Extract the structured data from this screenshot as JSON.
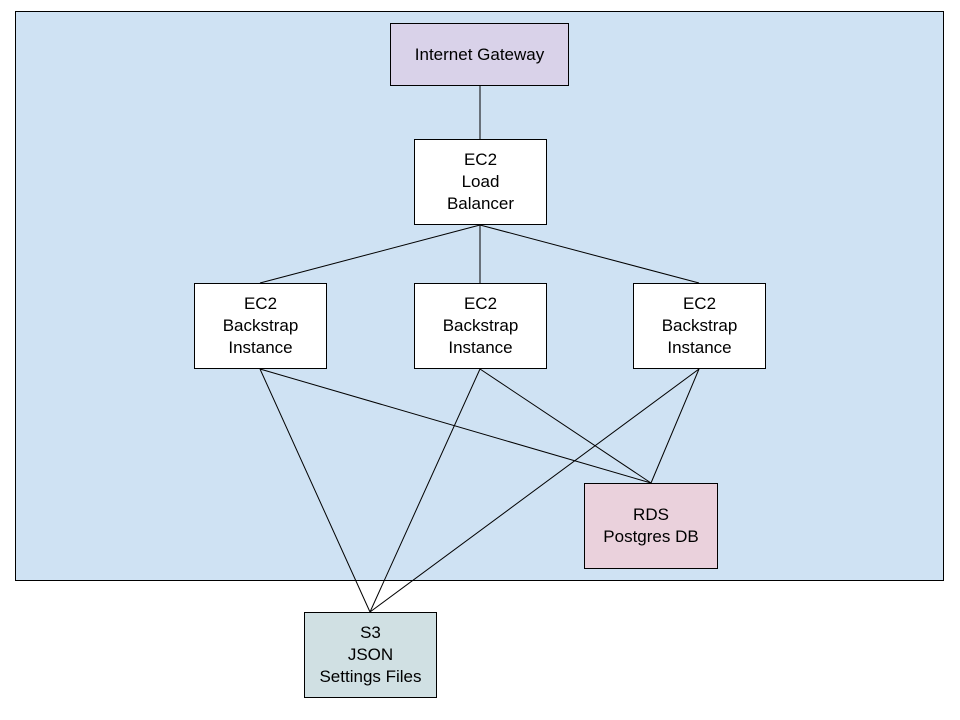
{
  "colors": {
    "vpc_fill": "#cfe2f3",
    "gateway_fill": "#d9d2e9",
    "compute_fill": "#ffffff",
    "database_fill": "#ead1dc",
    "storage_fill": "#d0e0e3",
    "line": "#000000"
  },
  "nodes": {
    "gateway": {
      "lines": [
        "Internet Gateway"
      ]
    },
    "load_balancer": {
      "lines": [
        "EC2",
        "Load",
        "Balancer"
      ]
    },
    "instance_1": {
      "lines": [
        "EC2",
        "Backstrap",
        "Instance"
      ]
    },
    "instance_2": {
      "lines": [
        "EC2",
        "Backstrap",
        "Instance"
      ]
    },
    "instance_3": {
      "lines": [
        "EC2",
        "Backstrap",
        "Instance"
      ]
    },
    "database": {
      "lines": [
        "RDS",
        "Postgres DB"
      ]
    },
    "storage": {
      "lines": [
        "S3",
        "JSON",
        "Settings Files"
      ]
    }
  },
  "connections": [
    [
      "gateway",
      "load_balancer"
    ],
    [
      "load_balancer",
      "instance_1"
    ],
    [
      "load_balancer",
      "instance_2"
    ],
    [
      "load_balancer",
      "instance_3"
    ],
    [
      "instance_1",
      "storage"
    ],
    [
      "instance_1",
      "database"
    ],
    [
      "instance_2",
      "storage"
    ],
    [
      "instance_2",
      "database"
    ],
    [
      "instance_3",
      "storage"
    ],
    [
      "instance_3",
      "database"
    ]
  ]
}
